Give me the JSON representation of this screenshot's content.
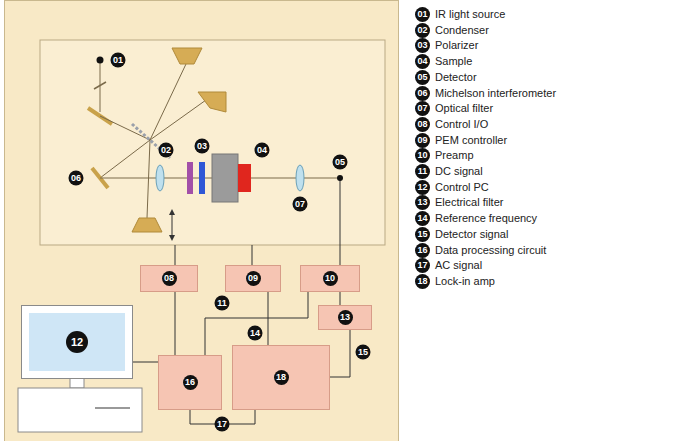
{
  "diagram": {
    "nodes": [
      {
        "text": [
          "08"
        ]
      },
      {
        "text": [
          "09"
        ]
      },
      {
        "text": [
          "10"
        ]
      },
      {
        "text": [
          "13"
        ]
      },
      {
        "text": [
          "12"
        ]
      },
      {
        "text": [
          "16"
        ]
      },
      {
        "text": [
          "18"
        ]
      }
    ],
    "edges": [
      {
        "from": 0,
        "to": 5,
        "arrow": "none"
      },
      {
        "from": 2,
        "to": 3,
        "arrow": "none"
      },
      {
        "from": 2,
        "to": 5,
        "arrow": "none"
      },
      {
        "from": 1,
        "to": 6,
        "arrow": "none"
      },
      {
        "from": 3,
        "to": 6,
        "arrow": "none"
      },
      {
        "from": 6,
        "to": 5,
        "arrow": "none"
      },
      {
        "from": 4,
        "to": 5,
        "arrow": "none"
      }
    ],
    "labels": [
      "01",
      "02",
      "03",
      "04",
      "05",
      "06",
      "07",
      "11",
      "14",
      "15",
      "17",
      "01",
      "02",
      "03",
      "04",
      "05",
      "06",
      "07",
      "08",
      "09",
      "10",
      "11",
      "12",
      "13",
      "14",
      "15",
      "16",
      "17",
      "18"
    ],
    "legend": [
      {
        "text": "IR light source"
      },
      {
        "text": "Condenser"
      },
      {
        "text": "Polarizer"
      },
      {
        "text": "Sample"
      },
      {
        "text": "Detector"
      },
      {
        "text": "Michelson interferometer"
      },
      {
        "text": "Optical filter"
      },
      {
        "text": "Control I/O"
      },
      {
        "text": "PEM controller"
      },
      {
        "text": "Preamp"
      },
      {
        "text": "DC signal"
      },
      {
        "text": "Control PC"
      },
      {
        "text": "Electrical filter"
      },
      {
        "text": "Reference frequency"
      },
      {
        "text": "Detector signal"
      },
      {
        "text": "Data processing circuit"
      },
      {
        "text": "AC signal"
      },
      {
        "text": "Lock-in amp"
      }
    ]
  }
}
